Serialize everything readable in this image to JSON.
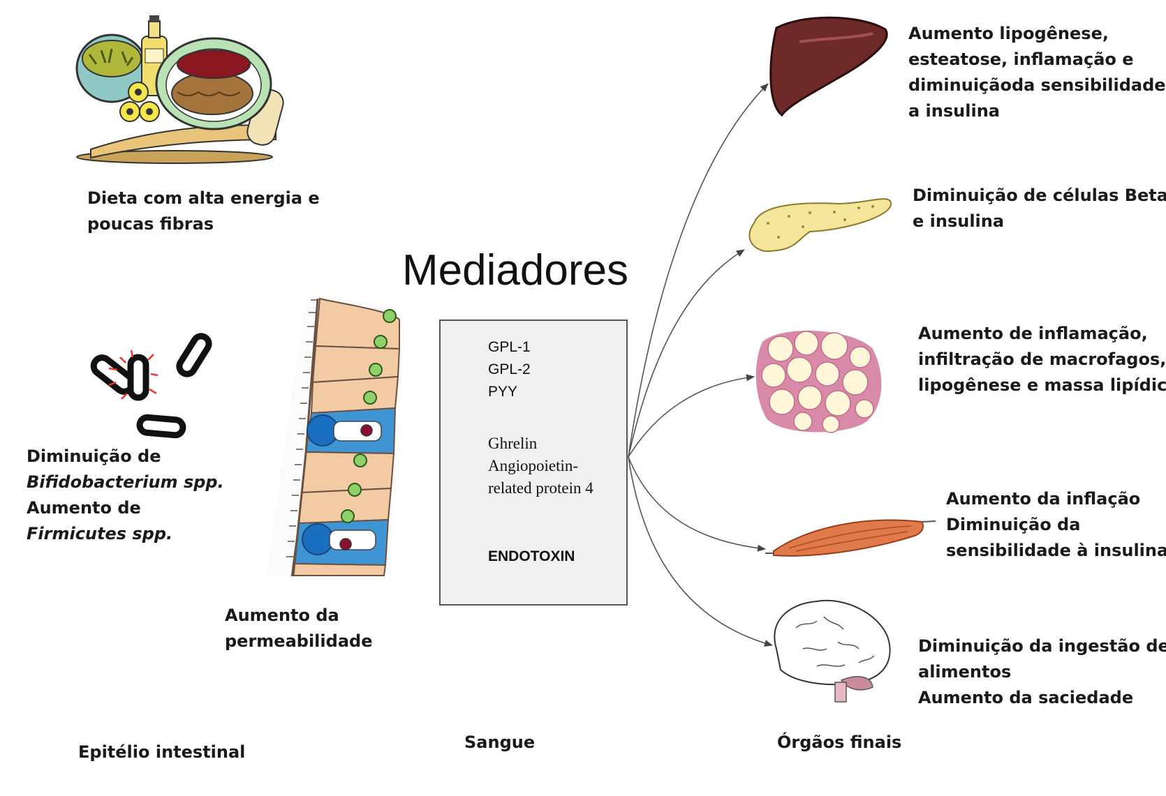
{
  "title": "Mediadores",
  "diet": {
    "lines": [
      "Dieta com alta energia e",
      "poucas fibras"
    ]
  },
  "bacteria": {
    "line1": "Diminuição de",
    "line2": "Bifidobacterium spp.",
    "line3": "Aumento de",
    "line4": "Firmicutes spp."
  },
  "permeability": {
    "lines": [
      "Aumento da",
      "permeabilidade"
    ]
  },
  "mediators_box": {
    "group_up_1": [
      "GPL-1",
      "GPL-2",
      "PYY"
    ],
    "group_down": [
      "Ghrelin",
      "Angiopoietin-",
      "related protein 4"
    ],
    "group_up_2": [
      "ENDOTOXIN"
    ]
  },
  "organs": [
    {
      "name": "liver",
      "lines": [
        "Aumento lipogênese,",
        "esteatose, inflamação e",
        "diminuiçãoda sensibilidade",
        "a insulina"
      ]
    },
    {
      "name": "pancreas",
      "lines": [
        "Diminuição de células Beta",
        "e insulina"
      ]
    },
    {
      "name": "adipose",
      "lines": [
        "Aumento de inflamação,",
        "infiltração de macrofagos,",
        "lipogênese e massa lipídica"
      ]
    },
    {
      "name": "muscle",
      "lines": [
        "Aumento da inflação",
        "Diminuição da",
        "sensibilidade à insulina"
      ]
    },
    {
      "name": "brain",
      "lines": [
        "Diminuição da ingestão de",
        "alimentos",
        "Aumento da saciedade"
      ]
    }
  ],
  "columns": {
    "epithelium": "Epitélio intestinal",
    "blood": "Sangue",
    "organs": "Órgãos finais"
  },
  "colors": {
    "arrow_up": "#e01010",
    "arrow_down": "#111111",
    "connector": "#555555"
  }
}
